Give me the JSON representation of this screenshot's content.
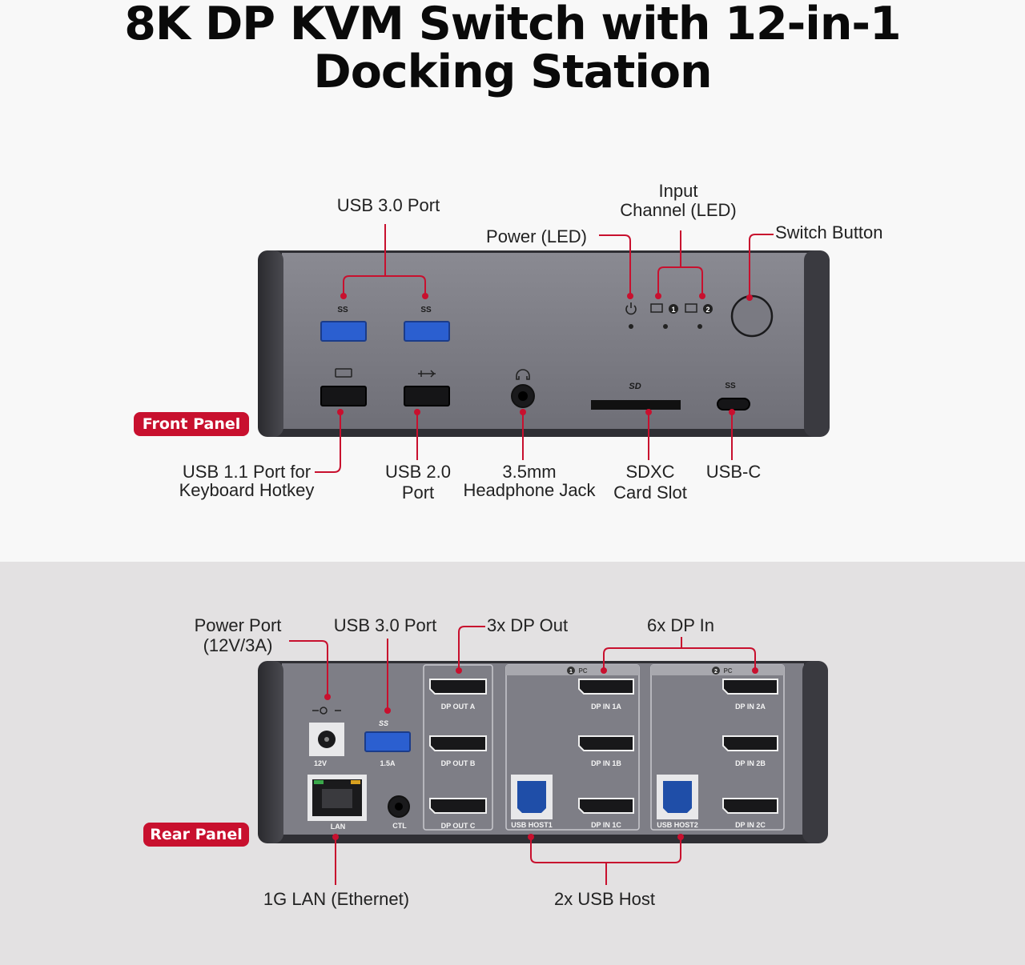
{
  "title": {
    "line1": "8K DP KVM Switch with 12-in-1",
    "line2": "Docking Station"
  },
  "front": {
    "badge": "Front Panel",
    "labels": {
      "usb30": "USB 3.0 Port",
      "power_led": "Power (LED)",
      "input_line1": "Input",
      "input_line2": "Channel (LED)",
      "switch_button": "Switch Button",
      "usb11_line1": "USB 1.1 Port for",
      "usb11_line2": "Keyboard Hotkey",
      "usb20_line1": "USB 2.0",
      "usb20_line2": "Port",
      "headphone_line1": "3.5mm",
      "headphone_line2": "Headphone Jack",
      "sdxc_line1": "SDXC",
      "sdxc_line2": "Card Slot",
      "usbc": "USB-C"
    },
    "marks": {
      "ss": "SS",
      "ch1": "1",
      "ch2": "2",
      "sd": "SD"
    }
  },
  "rear": {
    "badge": "Rear Panel",
    "labels": {
      "power_line1": "Power Port",
      "power_line2": "(12V/3A)",
      "usb30": "USB 3.0 Port",
      "dp_out": "3x DP Out",
      "dp_in": "6x DP In",
      "lan": "1G LAN (Ethernet)",
      "usb_host": "2x USB Host"
    },
    "ports": {
      "dp_out_a": "DP OUT A",
      "dp_out_b": "DP OUT B",
      "dp_out_c": "DP OUT C",
      "dp_in_1a": "DP IN 1A",
      "dp_in_1b": "DP IN 1B",
      "dp_in_1c": "DP IN 1C",
      "dp_in_2a": "DP IN 2A",
      "dp_in_2b": "DP IN 2B",
      "dp_in_2c": "DP IN 2C",
      "usb_host1": "USB HOST1",
      "usb_host2": "USB HOST2",
      "lan": "LAN",
      "ctl": "CTL",
      "v12": "12V",
      "a15": "1.5A",
      "pc": "PC",
      "ch1": "1",
      "ch2": "2",
      "ss": "SS"
    }
  },
  "colors": {
    "accent": "#c8102e",
    "panel": "#7e7e86",
    "usb_blue": "#2b5fd0",
    "badge_bg": "#c8102e"
  }
}
